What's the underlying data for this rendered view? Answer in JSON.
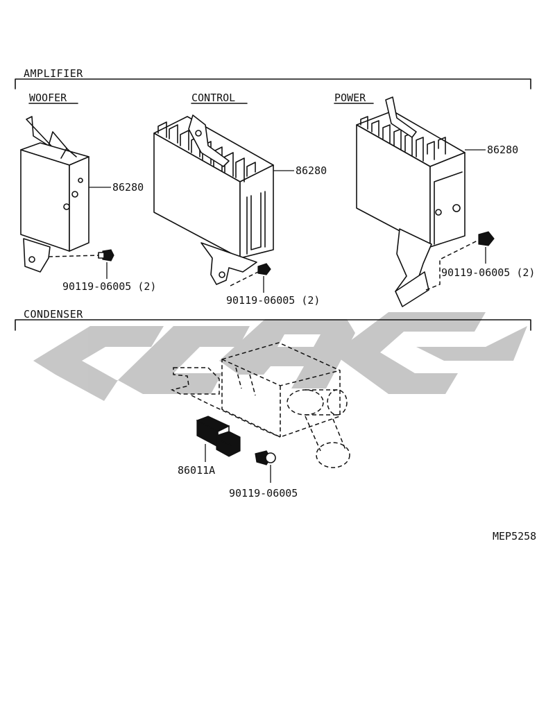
{
  "sections": {
    "amplifier": "AMPLIFIER",
    "condenser": "CONDENSER"
  },
  "amplifier": {
    "woofer": {
      "title": "WOOFER",
      "part": "86280",
      "bolt": "90119-06005 (2)"
    },
    "control": {
      "title": "CONTROL",
      "part": "86280",
      "bolt": "90119-06005 (2)"
    },
    "power": {
      "title": "POWER",
      "part": "86280",
      "bolt": "90119-06005 (2)"
    }
  },
  "condenser": {
    "part": "86011A",
    "bolt": "90119-06005"
  },
  "diagram_code": "MEP5258"
}
